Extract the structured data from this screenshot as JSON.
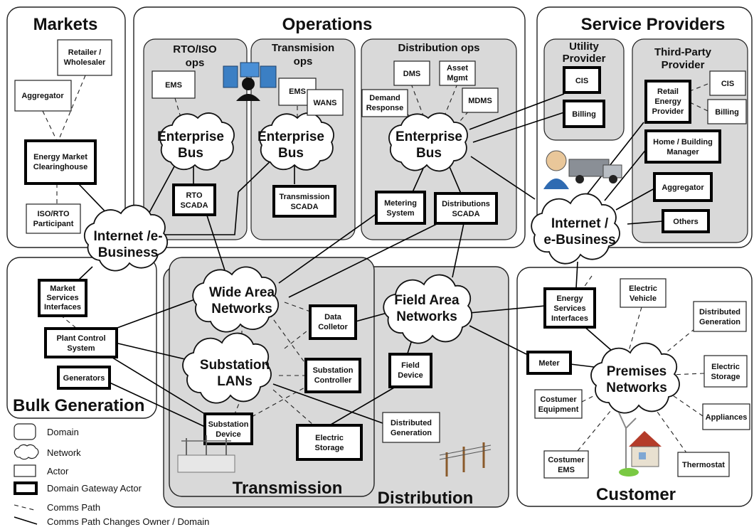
{
  "domains": {
    "markets": "Markets",
    "operations": "Operations",
    "service_providers": "Service Providers",
    "bulk_generation": "Bulk Generation",
    "transmission": "Transmission",
    "distribution": "Distribution",
    "customer": "Customer"
  },
  "subdomains": {
    "rto_iso_ops": [
      "RTO/ISO",
      "ops"
    ],
    "transmission_ops": [
      "Transmision",
      "ops"
    ],
    "distribution_ops": [
      "Distribution ops"
    ],
    "utility_provider": [
      "Utility",
      "Provider"
    ],
    "third_party_provider": [
      "Third-Party",
      "Provider"
    ]
  },
  "nodes": {
    "retailer_wholesaler": [
      "Retailer /",
      "Wholesaler"
    ],
    "aggregator_markets": [
      "Aggregator"
    ],
    "energy_market_clearinghouse": [
      "Energy Market",
      "Clearinghouse"
    ],
    "iso_rto_participant": [
      "ISO/RTO",
      "Participant"
    ],
    "ems_rto": [
      "EMS"
    ],
    "rto_scada": [
      "RTO",
      "SCADA"
    ],
    "ems_trans": [
      "EMS"
    ],
    "wans": [
      "WANS"
    ],
    "transmission_scada": [
      "Transmission",
      "SCADA"
    ],
    "dms": [
      "DMS"
    ],
    "asset_mgmt": [
      "Asset",
      "Mgmt"
    ],
    "demand_response": [
      "Demand",
      "Response"
    ],
    "mdms": [
      "MDMS"
    ],
    "metering_system": [
      "Metering",
      "System"
    ],
    "distributions_scada": [
      "Distributions",
      "SCADA"
    ],
    "cis_utility": [
      "CIS"
    ],
    "billing_utility": [
      "Billing"
    ],
    "retail_energy_provider": [
      "Retail",
      "Energy",
      "Provider"
    ],
    "cis_third": [
      "CIS"
    ],
    "billing_third": [
      "Billing"
    ],
    "home_building_manager": [
      "Home / Building",
      "Manager"
    ],
    "aggregator_sp": [
      "Aggregator"
    ],
    "others": [
      "Others"
    ],
    "market_services_interfaces": [
      "Market",
      "Services",
      "Interfaces"
    ],
    "plant_control_system": [
      "Plant Control",
      "System"
    ],
    "generators": [
      "Generators"
    ],
    "data_colletor": [
      "Data",
      "Colletor"
    ],
    "substation_controller": [
      "Substation",
      "Controller"
    ],
    "substation_device": [
      "Substation",
      "Device"
    ],
    "electric_storage_dist": [
      "Electric",
      "Storage"
    ],
    "field_device": [
      "Field",
      "Device"
    ],
    "distributed_generation_dist": [
      "Distributed",
      "Generation"
    ],
    "energy_services_interfaces": [
      "Energy",
      "Services",
      "Interfaces"
    ],
    "meter": [
      "Meter"
    ],
    "electric_vehicle": [
      "Electric",
      "Vehicle"
    ],
    "distributed_generation_cust": [
      "Distributed",
      "Generation"
    ],
    "electric_storage_cust": [
      "Electric",
      "Storage"
    ],
    "appliances": [
      "Appliances"
    ],
    "thermostat": [
      "Thermostat"
    ],
    "costumer_equipment": [
      "Costumer",
      "Equipment"
    ],
    "costumer_ems": [
      "Costumer",
      "EMS"
    ]
  },
  "networks": {
    "enterprise_bus_rto": [
      "Enterprise",
      "Bus"
    ],
    "enterprise_bus_trans": [
      "Enterprise",
      "Bus"
    ],
    "enterprise_bus_dist": [
      "Enterprise",
      "Bus"
    ],
    "internet_ebusiness_left": [
      "Internet /e-",
      "Business"
    ],
    "internet_ebusiness_right": [
      "Internet /",
      "e-Business"
    ],
    "wide_area_networks": [
      "Wide Area",
      "Networks"
    ],
    "field_area_networks": [
      "Field Area",
      "Networks"
    ],
    "substation_lans": [
      "Substation",
      "LANs"
    ],
    "premises_networks": [
      "Premises",
      "Networks"
    ]
  },
  "legend": {
    "domain": "Domain",
    "network": "Network",
    "actor": "Actor",
    "gateway": "Domain Gateway Actor",
    "comms_path": "Comms Path",
    "comms_path_changes": "Comms Path Changes Owner / Domain"
  },
  "colors": {
    "subdomain_fill": "#d9d9d9",
    "domain_stroke": "#222222",
    "gateway_stroke": "#000000"
  }
}
